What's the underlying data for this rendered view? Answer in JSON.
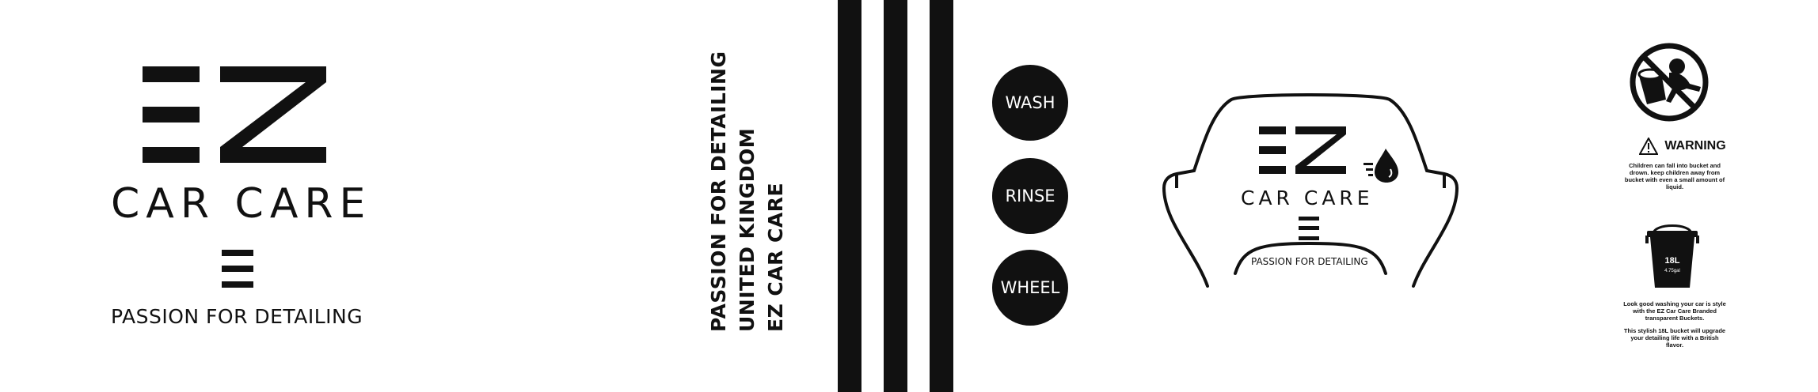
{
  "logo": {
    "brand_letters": "EZ",
    "name": "CAR CARE",
    "tagline": "PASSION FOR DETAILING"
  },
  "side_text": {
    "line1": "EZ CAR CARE",
    "line2": "UNITED KINGDOM",
    "line3": "PASSION FOR DETAILING"
  },
  "steps": [
    "WASH",
    "RINSE",
    "WHEEL"
  ],
  "badge": {
    "brand_letters": "EZ",
    "name": "CAR CARE",
    "tagline": "PASSION FOR DETAILING"
  },
  "warning": {
    "title": "WARNING",
    "message": "Children can fall into bucket and drown. keep children away from bucket with even a small amount of liquid.",
    "bucket_volume": "18L",
    "bucket_volume_gal": "4.75gal",
    "desc1": "Look good washing your car is style with the EZ Car Care Branded transparent Buckets.",
    "desc2": "This stylish 18L bucket will upgrade your detailing life with a British flavor."
  },
  "colors": {
    "ink": "#111111",
    "background": "#ffffff"
  },
  "icons": [
    "no-child-icon",
    "warning-triangle-icon",
    "bucket-icon",
    "water-drop-icon",
    "car-outline-icon",
    "menu-bars-icon"
  ]
}
